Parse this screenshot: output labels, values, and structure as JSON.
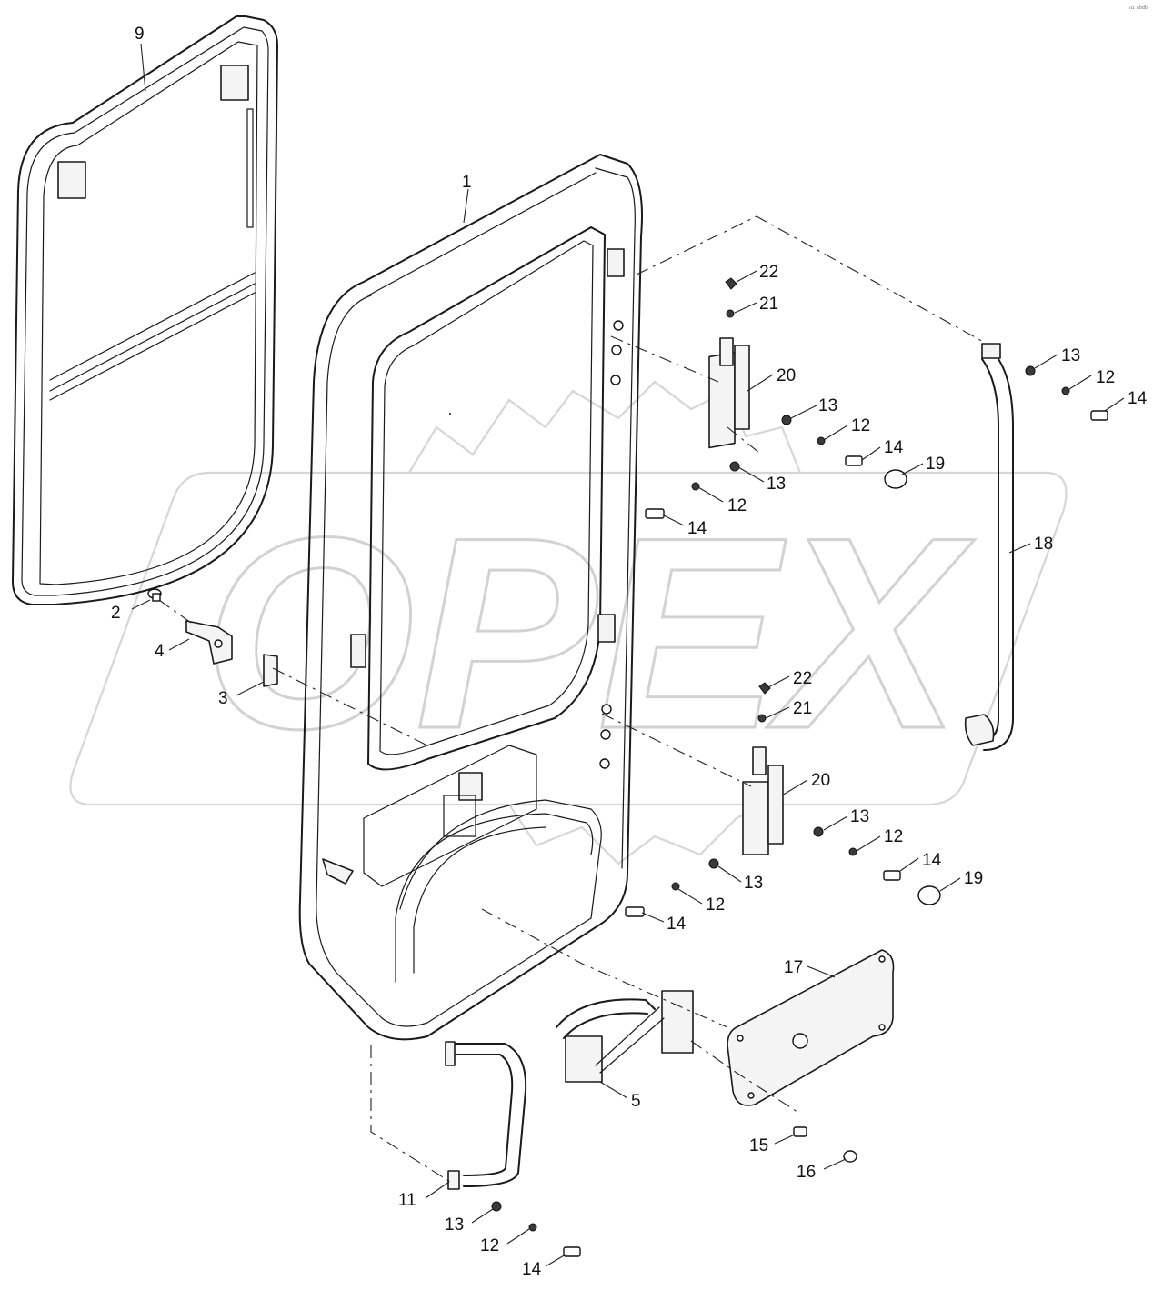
{
  "watermark": {
    "text": "OPEX"
  },
  "corner_mark": "ⁿ¹ ⁿᵇᵈᵇ",
  "callouts": [
    {
      "id": "c9",
      "label": "9"
    },
    {
      "id": "c1",
      "label": "1"
    },
    {
      "id": "c22a",
      "label": "22"
    },
    {
      "id": "c21a",
      "label": "21"
    },
    {
      "id": "c20a",
      "label": "20"
    },
    {
      "id": "c13a",
      "label": "13"
    },
    {
      "id": "c12a",
      "label": "12"
    },
    {
      "id": "c14a",
      "label": "14"
    },
    {
      "id": "c19a",
      "label": "19"
    },
    {
      "id": "c13b",
      "label": "13"
    },
    {
      "id": "c12b",
      "label": "12"
    },
    {
      "id": "c14b",
      "label": "14"
    },
    {
      "id": "c13c",
      "label": "13"
    },
    {
      "id": "c12c",
      "label": "12"
    },
    {
      "id": "c14c",
      "label": "14"
    },
    {
      "id": "c18",
      "label": "18"
    },
    {
      "id": "c2",
      "label": "2"
    },
    {
      "id": "c4",
      "label": "4"
    },
    {
      "id": "c3",
      "label": "3"
    },
    {
      "id": "c22b",
      "label": "22"
    },
    {
      "id": "c21b",
      "label": "21"
    },
    {
      "id": "c20b",
      "label": "20"
    },
    {
      "id": "c13d",
      "label": "13"
    },
    {
      "id": "c12d",
      "label": "12"
    },
    {
      "id": "c14d",
      "label": "14"
    },
    {
      "id": "c19b",
      "label": "19"
    },
    {
      "id": "c13e",
      "label": "13"
    },
    {
      "id": "c12e",
      "label": "12"
    },
    {
      "id": "c14e",
      "label": "14"
    },
    {
      "id": "c17",
      "label": "17"
    },
    {
      "id": "c5",
      "label": "5"
    },
    {
      "id": "c15",
      "label": "15"
    },
    {
      "id": "c16",
      "label": "16"
    },
    {
      "id": "c11",
      "label": "11"
    },
    {
      "id": "c13f",
      "label": "13"
    },
    {
      "id": "c12f",
      "label": "12"
    },
    {
      "id": "c14f",
      "label": "14"
    }
  ]
}
